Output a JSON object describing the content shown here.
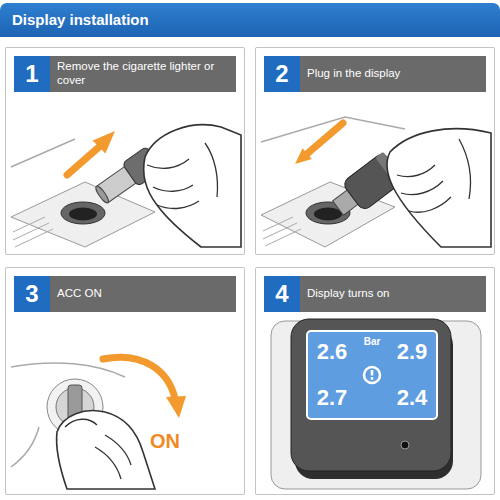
{
  "diagram": {
    "title": "Display installation",
    "nodes": [
      {
        "text": [
          "Remove the cigarette lighter or cover"
        ]
      },
      {
        "text": [
          "1"
        ],
        "in": 0
      },
      {
        "text": [
          "Plug in the display"
        ]
      },
      {
        "text": [
          "2"
        ],
        "in": 2
      },
      {
        "text": [
          "ACC ON"
        ]
      },
      {
        "text": [
          "3"
        ],
        "in": 4
      },
      {
        "text": [
          "Display turns on"
        ]
      },
      {
        "text": [
          "4"
        ],
        "in": 6
      },
      {
        "text": [
          "2.6",
          "2.9",
          "Bar",
          "2.7",
          "2.4"
        ],
        "in": 6
      }
    ],
    "labels": [
      "ON"
    ]
  }
}
